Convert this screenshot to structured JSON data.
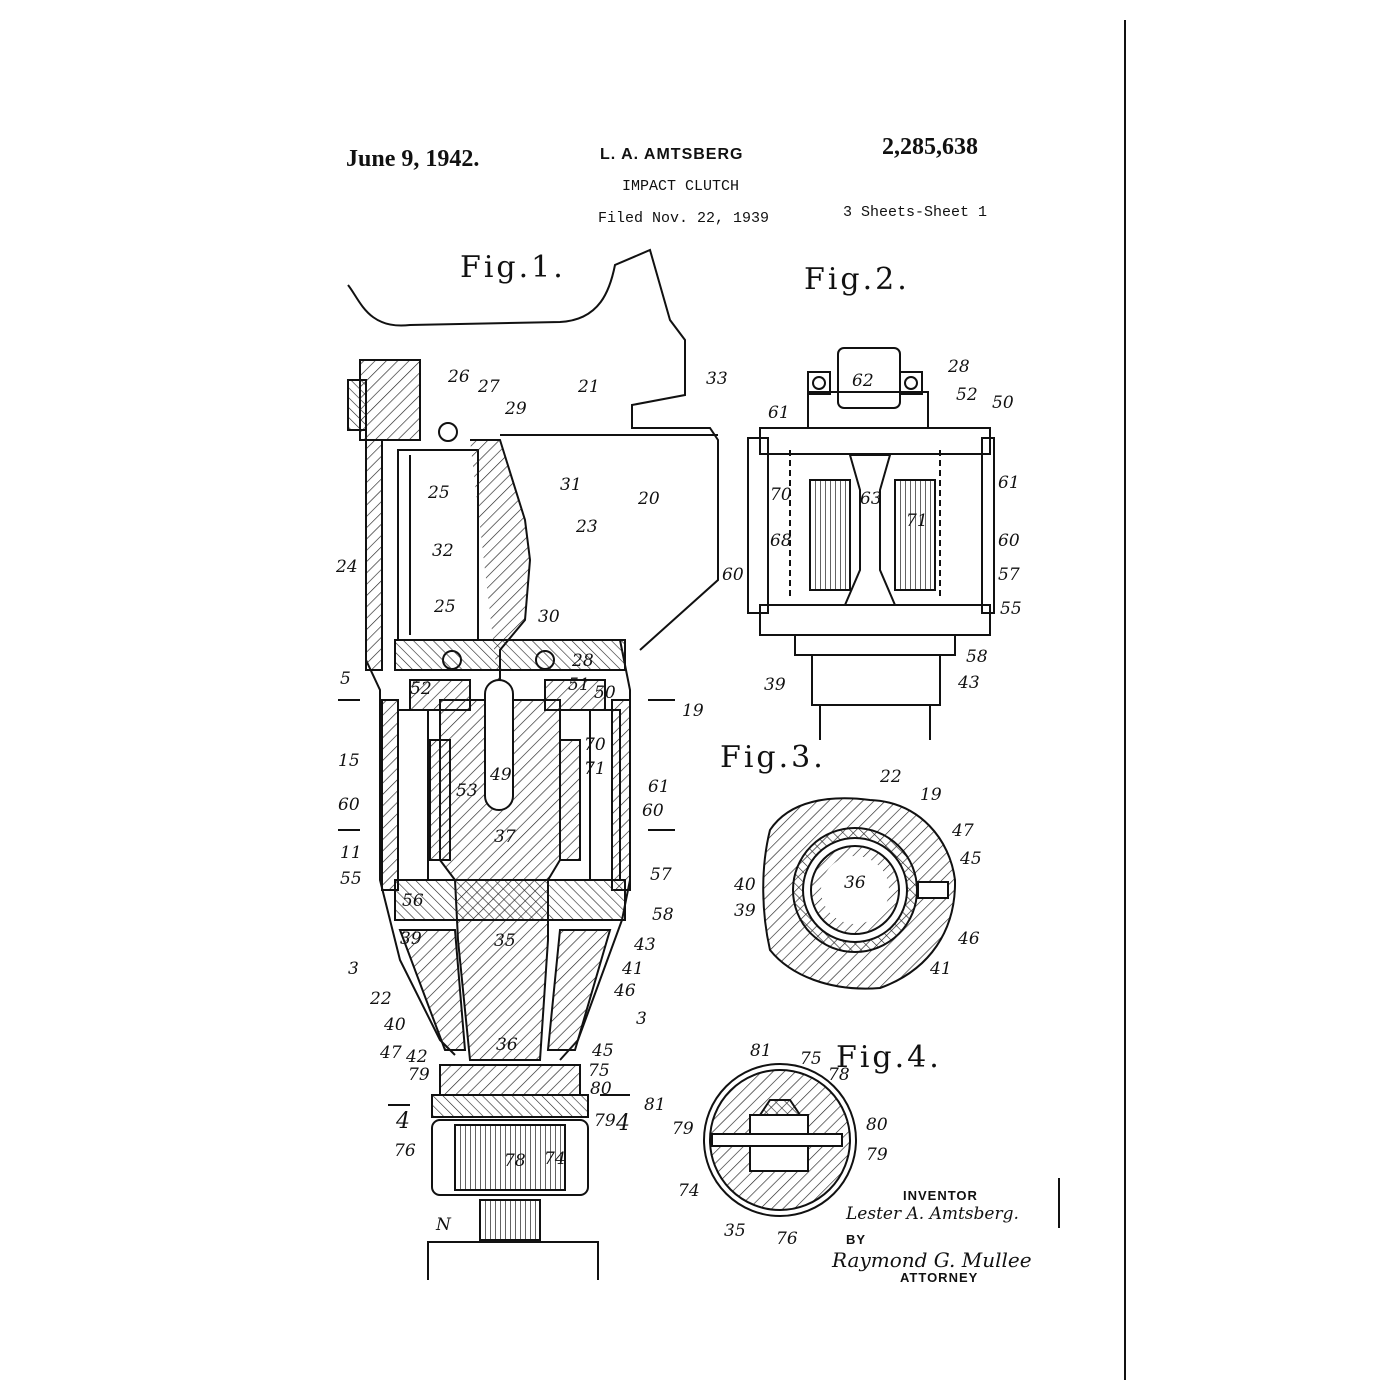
{
  "header": {
    "date": "June 9, 1942.",
    "inventor_name": "L. A. AMTSBERG",
    "patent_number": "2,285,638",
    "title": "IMPACT CLUTCH",
    "filed": "Filed Nov. 22, 1939",
    "sheets": "3 Sheets-Sheet 1"
  },
  "figures": {
    "fig1": "Fig.1.",
    "fig2": "Fig.2.",
    "fig3": "Fig.3.",
    "fig4": "Fig.4."
  },
  "fig1_labels": [
    "26",
    "27",
    "29",
    "21",
    "33",
    "25",
    "31",
    "20",
    "23",
    "24",
    "32",
    "25",
    "30",
    "28",
    "5",
    "52",
    "51",
    "50",
    "19",
    "15",
    "49",
    "70",
    "71",
    "53",
    "60",
    "61",
    "60",
    "37",
    "11",
    "55",
    "57",
    "56",
    "58",
    "39",
    "35",
    "43",
    "3",
    "41",
    "22",
    "46",
    "40",
    "3",
    "47",
    "42",
    "36",
    "45",
    "79",
    "75",
    "80",
    "4",
    "81",
    "79",
    "4",
    "76",
    "78",
    "74",
    "N"
  ],
  "fig2_labels": [
    "62",
    "28",
    "52",
    "50",
    "61",
    "70",
    "63",
    "71",
    "61",
    "68",
    "60",
    "60",
    "57",
    "55",
    "58",
    "39",
    "43"
  ],
  "fig3_labels": [
    "22",
    "19",
    "47",
    "45",
    "40",
    "36",
    "39",
    "46",
    "41"
  ],
  "fig4_labels": [
    "81",
    "75",
    "78",
    "79",
    "80",
    "79",
    "74",
    "35",
    "76"
  ],
  "signature": {
    "inventor_caption": "INVENTOR",
    "inventor_signature": "Lester A. Amtsberg.",
    "by": "BY",
    "attorney_signature": "Raymond G. Mullee",
    "attorney_caption": "ATTORNEY"
  }
}
